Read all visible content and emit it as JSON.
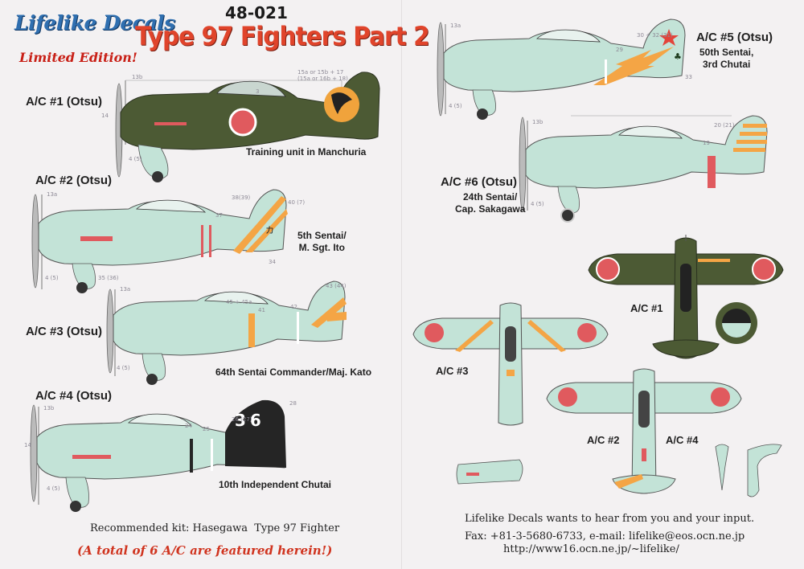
{
  "header": {
    "brand": "Lifelike Decals",
    "badge": "Limited Edition!",
    "sheet_code": "48-021",
    "title": "Type 97 Fighters Part 2"
  },
  "colors": {
    "pale_green": "#c3e3d7",
    "dark_green": "#4c5a34",
    "hinomaru": "#e05a5e",
    "orange": "#f4a545",
    "black": "#252525",
    "brand_blue": "#2f6fb0",
    "title_red": "#e0442b"
  },
  "aircraft": [
    {
      "label": "A/C #1 (Otsu)",
      "caption": [
        "Training unit in Manchuria"
      ]
    },
    {
      "label": "A/C #2 (Otsu)",
      "caption": [
        "5th Sentai/",
        "M. Sgt. Ito"
      ]
    },
    {
      "label": "A/C #3 (Otsu)",
      "caption": [
        "64th Sentai Commander/Maj. Kato"
      ]
    },
    {
      "label": "A/C #4 (Otsu)",
      "caption": [
        "10th Independent Chutai"
      ]
    },
    {
      "label": "A/C #5 (Otsu)",
      "caption": [
        "50th Sentai,",
        "3rd Chutai"
      ]
    },
    {
      "label": "A/C #6 (Otsu)",
      "caption": [
        "24th Sentai/",
        "Cap. Sakagawa"
      ]
    }
  ],
  "topviews": {
    "ac1": "A/C #1",
    "ac2": "A/C #2",
    "ac3": "A/C #3",
    "ac4": "A/C #4"
  },
  "tail_code": "36",
  "tail_kana": "カ",
  "part_numbers": {
    "ac1": [
      "13b",
      "14",
      "4 (5)",
      "15a or 15b + 17",
      "(15a or 16b + 18)",
      "3"
    ],
    "ac2": [
      "13a",
      "38(39)",
      "40 (7)",
      "37",
      "34",
      "35 (36)",
      "4 (5)"
    ],
    "ac3": [
      "13a",
      "45 + 45a",
      "43 (44)",
      "41",
      "42",
      "4 (5)"
    ],
    "ac4": [
      "13b",
      "14",
      "24",
      "25",
      "26 (27)",
      "28",
      "4 (5)"
    ],
    "ac5": [
      "13a",
      "30 + 32 (31)",
      "29",
      "33",
      "4 (5)"
    ],
    "ac6": [
      "13b",
      "20 (21)",
      "19",
      "4 (5)"
    ]
  },
  "footer": {
    "kit_line": "Recommended kit: Hasegawa  Type 97 Fighter",
    "total_line": "(A total of 6 A/C are featured herein!)",
    "contact_intro": "Lifelike Decals wants to hear from you and your input.",
    "contact_line": "Fax: +81-3-5680-6733,  e-mail: lifelike@eos.ocn.ne.jp",
    "url": "http://www16.ocn.ne.jp/~lifelike/"
  }
}
